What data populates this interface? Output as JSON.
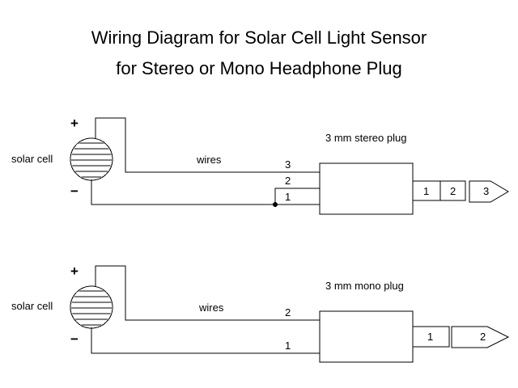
{
  "title": {
    "line1": "Wiring Diagram for Solar Cell Light Sensor",
    "line2": "for Stereo or Mono Headphone Plug"
  },
  "stereo": {
    "solar_cell_label": "solar cell",
    "plus": "+",
    "minus": "−",
    "wires_label": "wires",
    "plug_label": "3 mm stereo plug",
    "wire_numbers": [
      "3",
      "2",
      "1"
    ],
    "segment_labels": [
      "1",
      "2",
      "3"
    ]
  },
  "mono": {
    "solar_cell_label": "solar cell",
    "plus": "+",
    "minus": "−",
    "wires_label": "wires",
    "plug_label": "3 mm mono plug",
    "wire_numbers": [
      "2",
      "1"
    ],
    "segment_labels": [
      "1",
      "2"
    ]
  },
  "colors": {
    "line": "#000000",
    "background": "#ffffff",
    "text": "#000000"
  }
}
